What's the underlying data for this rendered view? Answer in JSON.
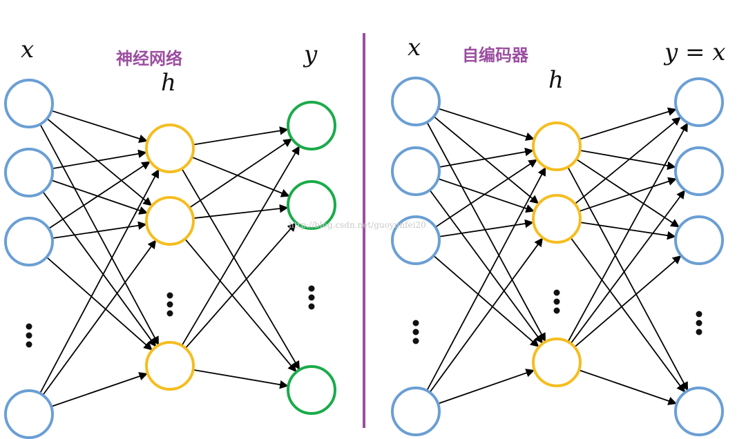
{
  "colors": {
    "input_node": "#6a9fd4",
    "hidden_node": "#f5bd1f",
    "output_node": "#1aab4a",
    "edge": "#000000",
    "divider": "#9b4ea0",
    "title": "#9b4ea0"
  },
  "left_panel": {
    "title": "神经网络",
    "input_label": "x",
    "hidden_label": "h",
    "output_label": "y"
  },
  "right_panel": {
    "title": "自编码器",
    "input_label": "x",
    "hidden_label": "h",
    "output_label": "y = x"
  },
  "watermark": "http://blog.csdn.net/guoyunfei20"
}
